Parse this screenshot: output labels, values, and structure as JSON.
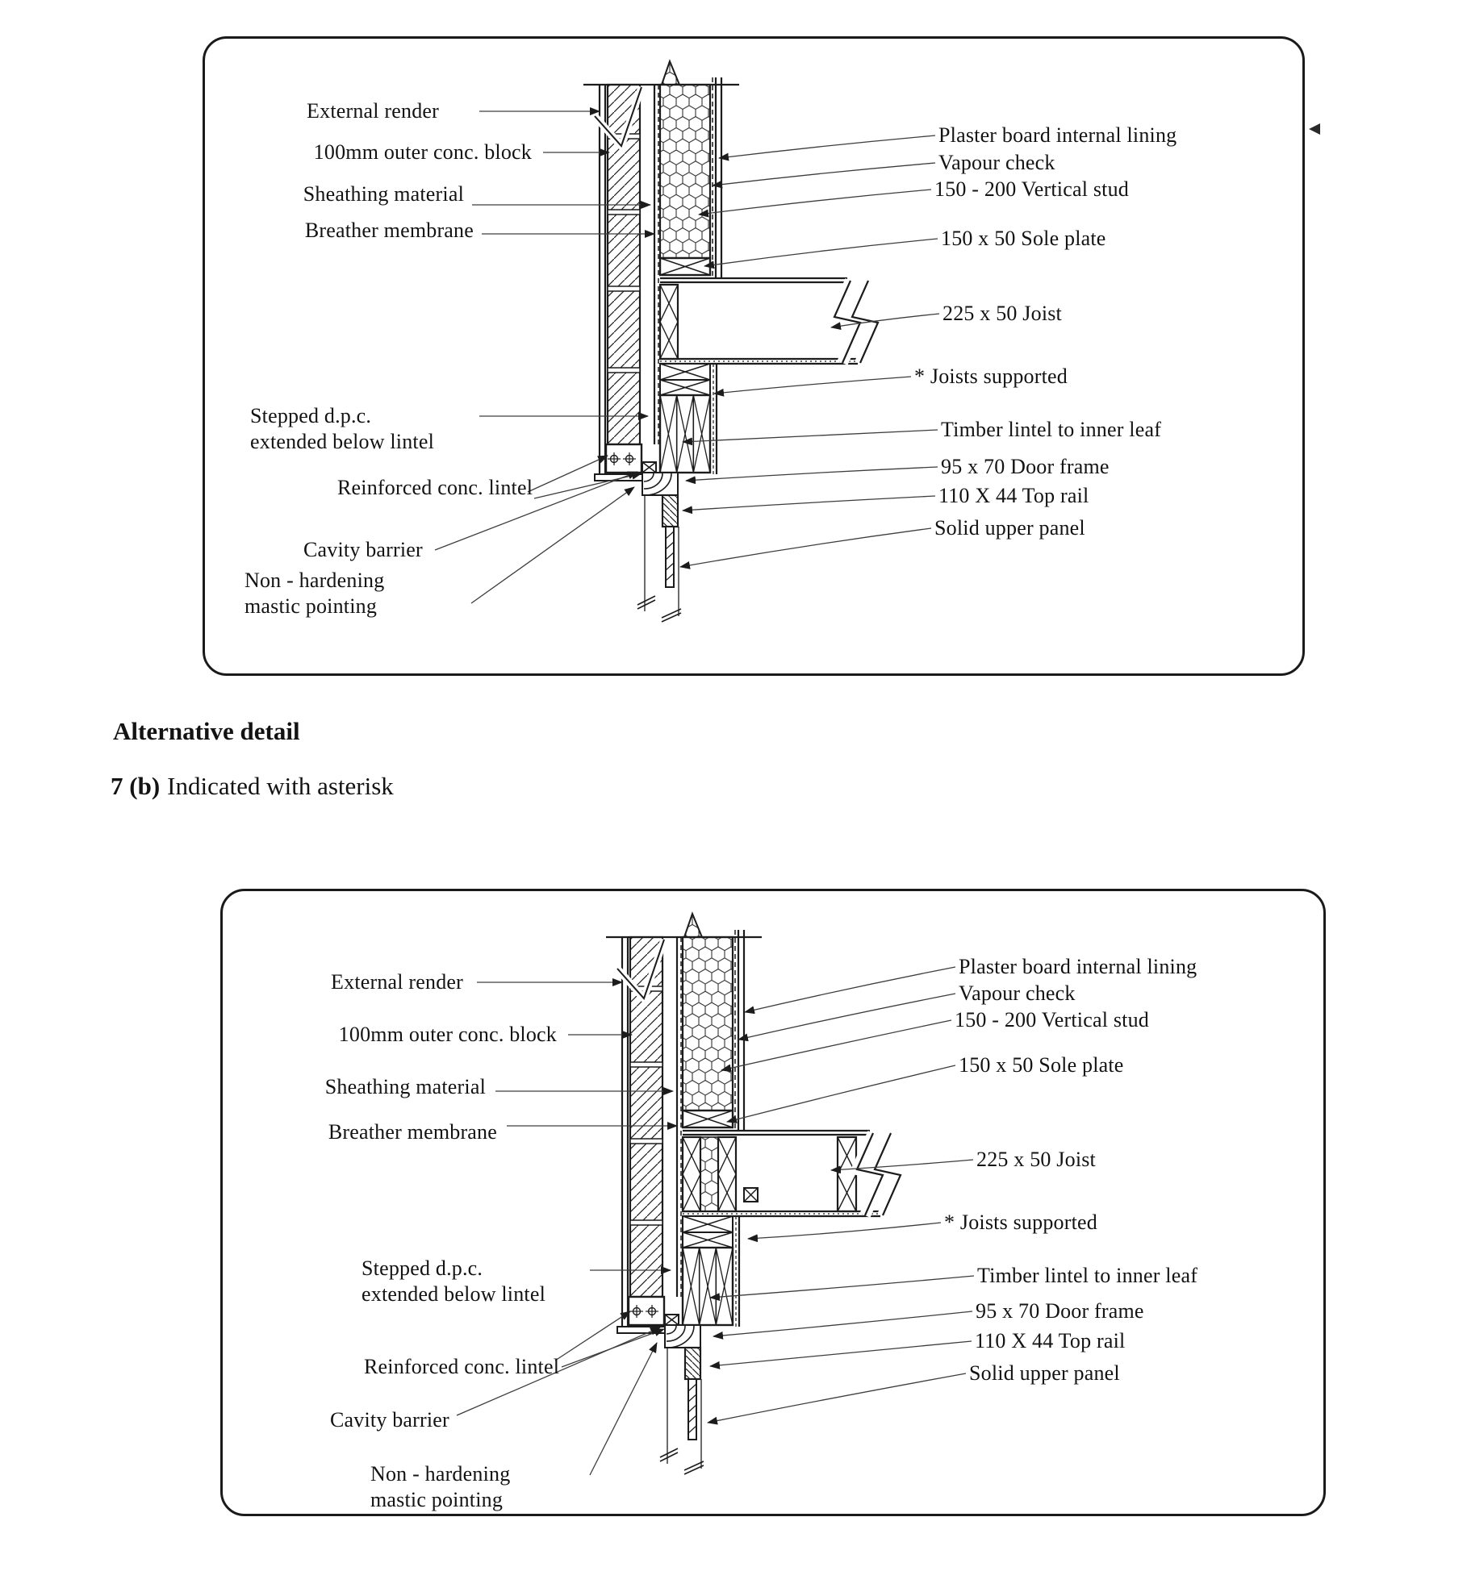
{
  "page": {
    "background": "#ffffff"
  },
  "heading": {
    "title": "Alternative detail",
    "item_label": "7 (b)",
    "item_text": "Indicated with asterisk"
  },
  "diagram_labels": {
    "left": [
      "External render",
      "100mm outer conc. block",
      "Sheathing material",
      "Breather membrane",
      "Stepped d.p.c. extended below lintel",
      "Reinforced conc. lintel",
      "Cavity barrier",
      "Non - hardening mastic pointing"
    ],
    "right": [
      "Plaster board internal lining",
      "Vapour check",
      "150 - 200 Vertical stud",
      "150 x 50 Sole plate",
      "225 x 50 Joist",
      "* Joists supported",
      "Timber lintel to inner leaf",
      "95 x 70 Door frame",
      "110 X 44 Top rail",
      "Solid upper panel"
    ]
  },
  "figures": [
    {
      "name": "lintel-detail",
      "variant": "original"
    },
    {
      "name": "lintel-detail-alternative",
      "variant": "alternative-joists-supported"
    }
  ],
  "colors": {
    "line": "#1c1c1c",
    "leader": "#3d3d3d",
    "background": "#ffffff"
  }
}
